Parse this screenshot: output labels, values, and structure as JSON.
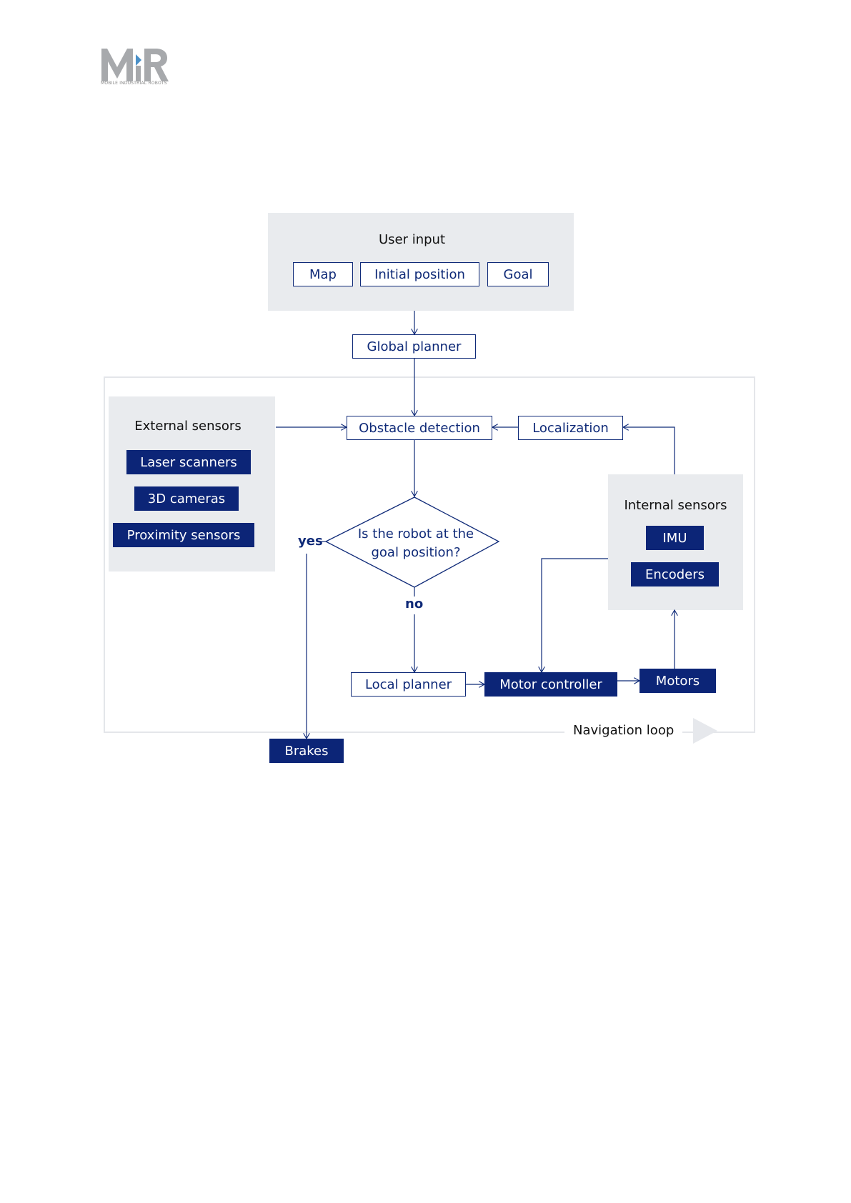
{
  "logo": {
    "text": "MiR",
    "subtitle": "MOBILE INDUSTRIAL ROBOTS",
    "colors": {
      "gray": "#a7a9ac",
      "accent": "#4a90c8"
    }
  },
  "user_input": {
    "title": "User input",
    "items": [
      "Map",
      "Initial position",
      "Goal"
    ]
  },
  "global_planner": "Global planner",
  "external_sensors": {
    "title": "External sensors",
    "items": [
      "Laser scanners",
      "3D cameras",
      "Proximity sensors"
    ]
  },
  "obstacle_detection": "Obstacle detection",
  "localization": "Localization",
  "decision": {
    "line1": "Is the robot at the",
    "line2": "goal position?",
    "yes": "yes",
    "no": "no"
  },
  "internal_sensors": {
    "title": "Internal sensors",
    "items": [
      "IMU",
      "Encoders"
    ]
  },
  "local_planner": "Local planner",
  "motor_controller": "Motor controller",
  "motors": "Motors",
  "brakes": "Brakes",
  "navigation_loop": "Navigation loop",
  "colors": {
    "navy": "#0c2577",
    "panel": "#e9ebee",
    "frame": "#e4e6ea"
  }
}
